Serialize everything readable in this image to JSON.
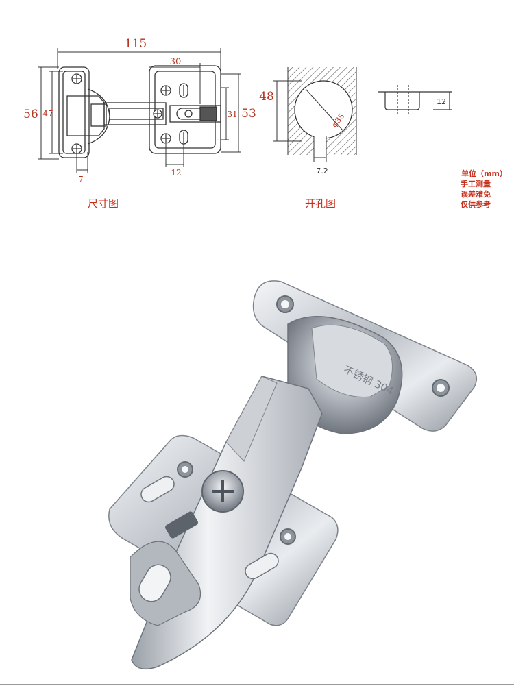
{
  "dimension_drawing": {
    "caption": "尺寸图",
    "width_total": "115",
    "height_outer": "56",
    "height_inner": "47",
    "cup_offset": "7",
    "plate_width": "30",
    "plate_height": "31",
    "arm_height": "53",
    "hole_spacing": "12"
  },
  "hole_drawing": {
    "caption": "开孔图",
    "height": "48",
    "diameter": "φ35",
    "edge_distance": "7.2",
    "cup_depth": "12"
  },
  "notes": {
    "line1": "单位（mm）",
    "line2": "手工测量",
    "line3": "误差难免",
    "line4": "仅供参考"
  },
  "photo": {
    "engraving": "不锈钢 304"
  },
  "colors": {
    "annotation": "#c8301e",
    "divider": "#333333",
    "steel": "#c9cdd3"
  }
}
